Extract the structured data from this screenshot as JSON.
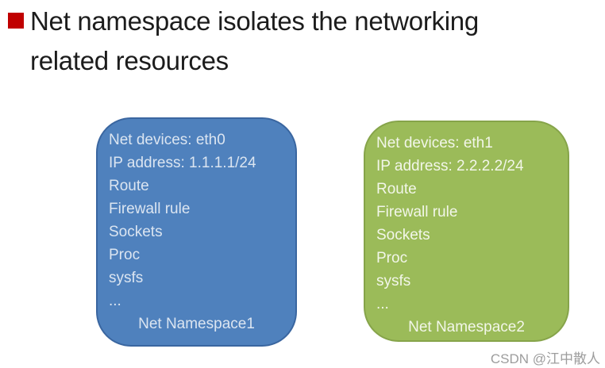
{
  "title": {
    "bullet_color": "#c00000",
    "line1": "Net namespace isolates the networking",
    "line2": "related resources"
  },
  "boxes": [
    {
      "label": "Net Namespace1",
      "fill": "#4f81bd",
      "border": "#3a66a0",
      "text_color": "#dbe5f1",
      "items": [
        "Net devices: eth0",
        "IP address: 1.1.1.1/24",
        "Route",
        "Firewall rule",
        "Sockets",
        "Proc",
        "sysfs",
        "..."
      ]
    },
    {
      "label": "Net Namespace2",
      "fill": "#9bbb59",
      "border": "#86a44a",
      "text_color": "#f2f6e9",
      "items": [
        "Net devices: eth1",
        "IP address: 2.2.2.2/24",
        "Route",
        "Firewall rule",
        "Sockets",
        "Proc",
        "sysfs",
        "..."
      ]
    }
  ],
  "watermark": {
    "text": "CSDN @江中散人",
    "color": "#9d9d9d"
  }
}
